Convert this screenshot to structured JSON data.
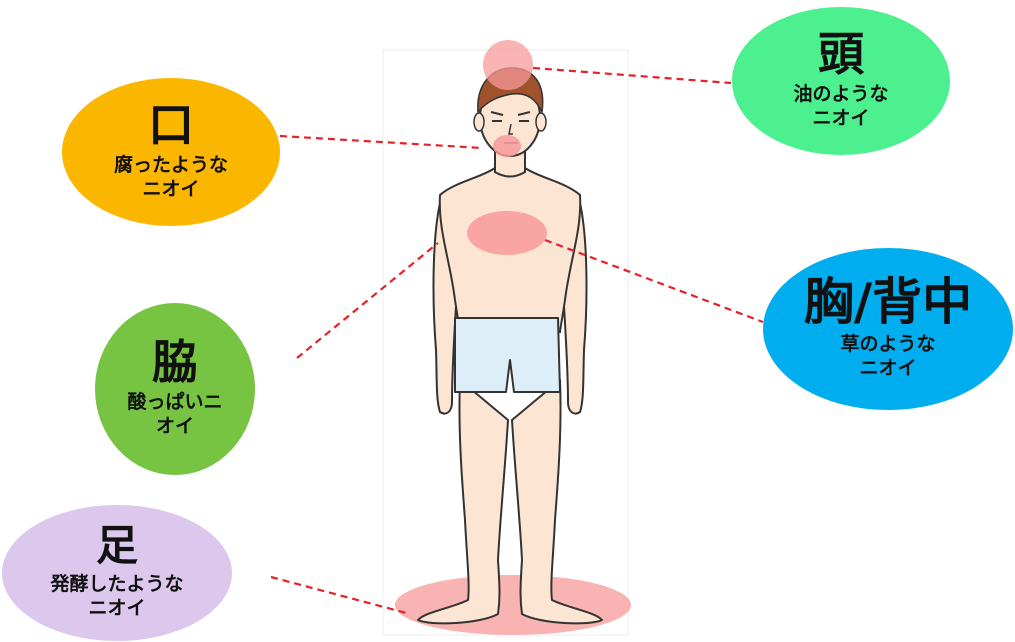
{
  "colors": {
    "mouth": "#FBB700",
    "head": "#4DF08E",
    "chest": "#00AEEF",
    "armpit": "#76C442",
    "foot": "#DCC8EC",
    "hotspot": "#F79A9A",
    "leader_line": "#E8202A",
    "skin": "#FDE5D4",
    "shorts": "#DDEEF8",
    "hair": "#A0522D"
  },
  "regions": [
    {
      "id": "mouth",
      "part": "口",
      "desc": [
        "腐ったような",
        "ニオイ"
      ],
      "icon": "mouth-hotspot"
    },
    {
      "id": "head",
      "part": "頭",
      "desc": [
        "油のような",
        "ニオイ"
      ],
      "icon": "head-hotspot"
    },
    {
      "id": "chest",
      "part": "胸/背中",
      "desc": [
        "草のような",
        "ニオイ"
      ],
      "icon": "chest-hotspot"
    },
    {
      "id": "armpit",
      "part": "脇",
      "desc": [
        "酸っぱいニ",
        "オイ"
      ],
      "icon": "armpit-hotspot"
    },
    {
      "id": "foot",
      "part": "足",
      "desc": [
        "発酵したような",
        "ニオイ"
      ],
      "icon": "foot-hotspot"
    }
  ]
}
